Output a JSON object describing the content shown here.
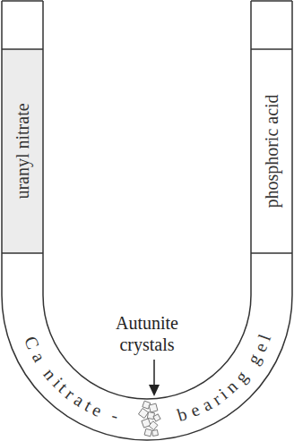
{
  "diagram": {
    "nodes": [
      {
        "text": [
          "uranyl nitrate"
        ]
      },
      {
        "text": [
          "phosphoric acid"
        ]
      },
      {
        "text": [
          "Ca nitrate - bearing gel"
        ]
      }
    ],
    "labels": [
      "Autunite crystals"
    ]
  }
}
